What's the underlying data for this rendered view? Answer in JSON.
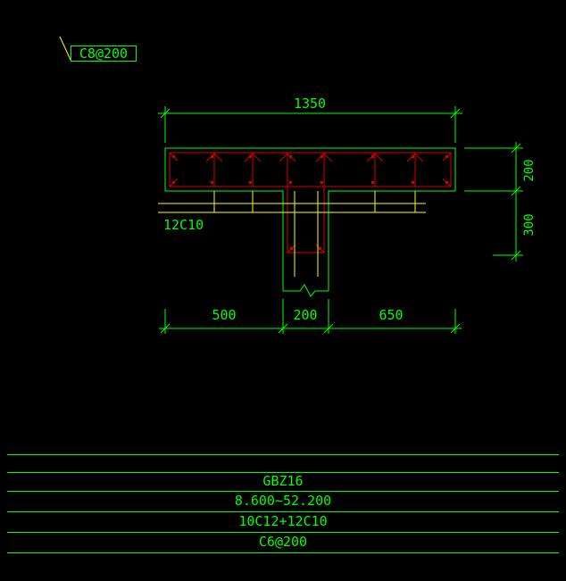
{
  "drawing": {
    "stirrup_callout": "C8@200",
    "bar_callout": "12C10",
    "dims": {
      "top_width": "1350",
      "flange_height": "200",
      "stem_height": "300",
      "bottom_left": "500",
      "bottom_center": "200",
      "bottom_right": "650"
    }
  },
  "table": {
    "rows": [
      {
        "label": "GBZ16"
      },
      {
        "label": "8.600~52.200"
      },
      {
        "label": "10C12+12C10"
      },
      {
        "label": "C6@200"
      }
    ]
  },
  "colors": {
    "background": "#000000",
    "green": "#00ff00",
    "yellow": "#ffff00",
    "red": "#d40000"
  }
}
